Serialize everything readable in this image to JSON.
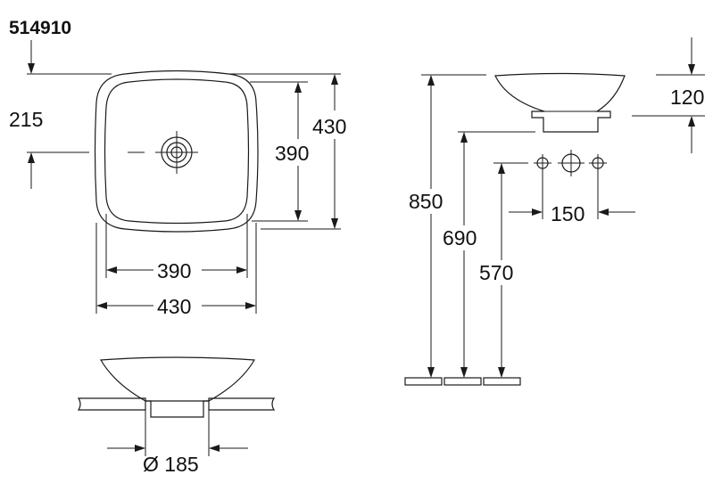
{
  "model_number": "514910",
  "top_view": {
    "inner_width": "390",
    "outer_width": "430",
    "inner_depth": "390",
    "outer_depth": "430",
    "drain_offset": "215"
  },
  "side_view": {
    "height_floor": "850",
    "height_counter": "690",
    "height_tap": "570",
    "bowl_height": "120",
    "tap_spacing": "150"
  },
  "bottom_view": {
    "drain_diameter": "Ø 185"
  }
}
